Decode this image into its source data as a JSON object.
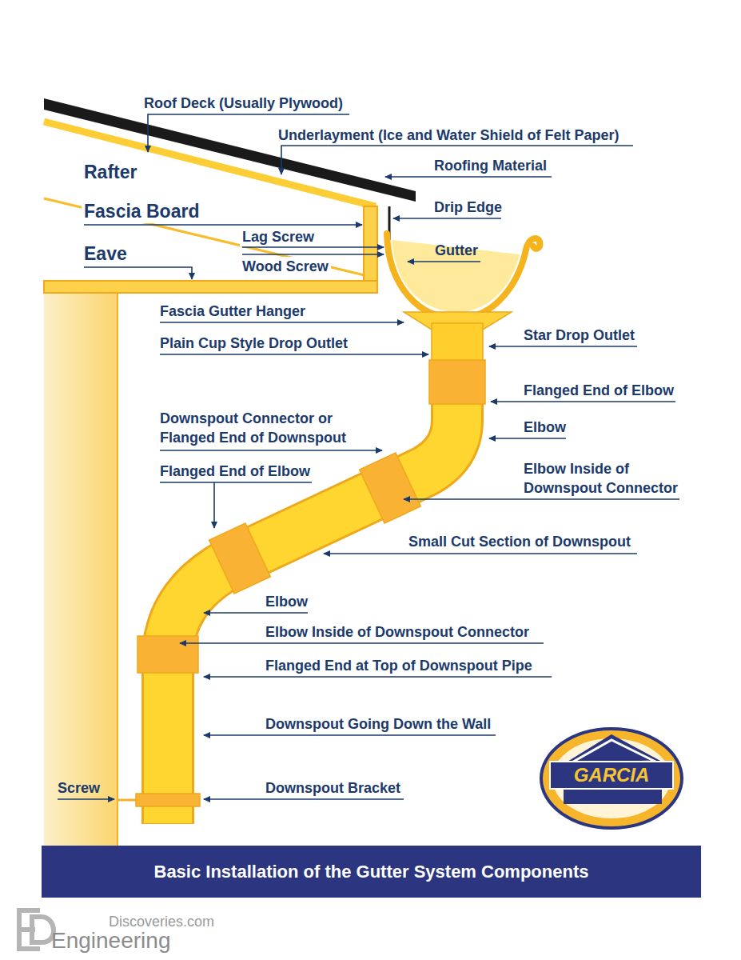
{
  "diagram": {
    "title": "Basic Installation of the Gutter System Components",
    "labels": [
      "Roof Deck (Usually Plywood)",
      "Underlayment (Ice and Water Shield of Felt Paper)",
      "Rafter",
      "Roofing Material",
      "Fascia Board",
      "Drip Edge",
      "Lag Screw",
      "Eave",
      "Gutter",
      "Wood Screw",
      "Fascia Gutter Hanger",
      "Star Drop Outlet",
      "Plain Cup Style Drop Outlet",
      "Flanged End of Elbow",
      "Downspout Connector or Flanged End of Downspout",
      "Elbow",
      "Flanged End of Elbow",
      "Elbow Inside of Downspout Connector",
      "Small Cut Section of Downspout",
      "Elbow",
      "Elbow Inside of Downspout Connector",
      "Flanged End at Top of Downspout Pipe",
      "Downspout Going Down the Wall",
      "Screw",
      "Downspout Bracket",
      "GARCIA",
      "Discoveries.com",
      "Engineering"
    ]
  }
}
